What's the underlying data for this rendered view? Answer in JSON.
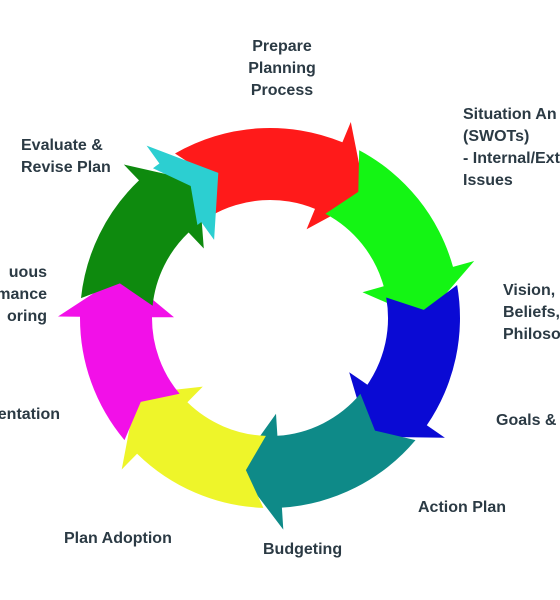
{
  "diagram": {
    "type": "cycle",
    "steps": [
      {
        "id": "prepare",
        "label": "Prepare\nPlanning\nProcess",
        "color": "#ff1a1a"
      },
      {
        "id": "situation",
        "label": "Situation An\n(SWOTs)\n- Internal/Ext\nIssues",
        "color": "#14f514"
      },
      {
        "id": "vision",
        "label": "Vision, \nBeliefs,\nPhilosop",
        "color": "#0a0ad4"
      },
      {
        "id": "goals",
        "label": "Goals & C",
        "color": "#0a0ad4"
      },
      {
        "id": "action",
        "label": "Action Plan",
        "color": "#0e8a88"
      },
      {
        "id": "budgeting",
        "label": "Budgeting",
        "color": "#eef52a"
      },
      {
        "id": "adoption",
        "label": "Plan Adoption",
        "color": "#f210e8"
      },
      {
        "id": "implementation",
        "label": "entation",
        "color": "#f210e8"
      },
      {
        "id": "monitoring",
        "label": "uous\nmance\noring",
        "color": "#0e8a0e"
      },
      {
        "id": "evaluate",
        "label": "Evaluate &\nRevise Plan",
        "color": "#2ccfd1"
      }
    ]
  }
}
